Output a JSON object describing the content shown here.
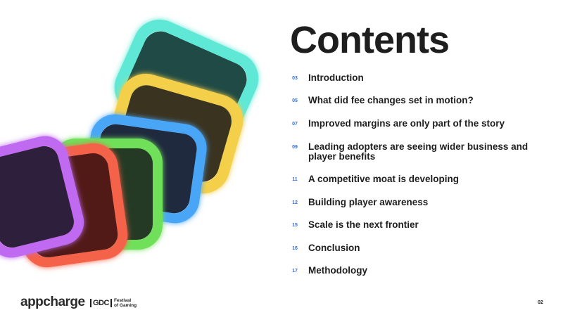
{
  "title": "Contents",
  "toc": [
    {
      "num": "03",
      "label": "Introduction"
    },
    {
      "num": "05",
      "label": "What did fee changes set in motion?"
    },
    {
      "num": "07",
      "label": "Improved margins are only part of the story"
    },
    {
      "num": "09",
      "label": "Leading adopters are seeing wider business and player benefits"
    },
    {
      "num": "11",
      "label": "A competitive moat is developing"
    },
    {
      "num": "12",
      "label": "Building player awareness"
    },
    {
      "num": "15",
      "label": "Scale is the next frontier"
    },
    {
      "num": "16",
      "label": "Conclusion"
    },
    {
      "num": "17",
      "label": "Methodology"
    }
  ],
  "footer": {
    "brand": "appcharge",
    "partner_mark": "GDC",
    "partner_line1": "Festival",
    "partner_line2": "of Gaming",
    "page_number": "02"
  },
  "colors": {
    "text": "#1e1e1e",
    "accent_number": "#2f6fd6",
    "tile_teal": "#5ee8d6",
    "tile_yellow": "#f4cf4a",
    "tile_blue": "#4aa6f7",
    "tile_green": "#6fe05a",
    "tile_red": "#f4624a",
    "tile_purple": "#c06bf2"
  }
}
